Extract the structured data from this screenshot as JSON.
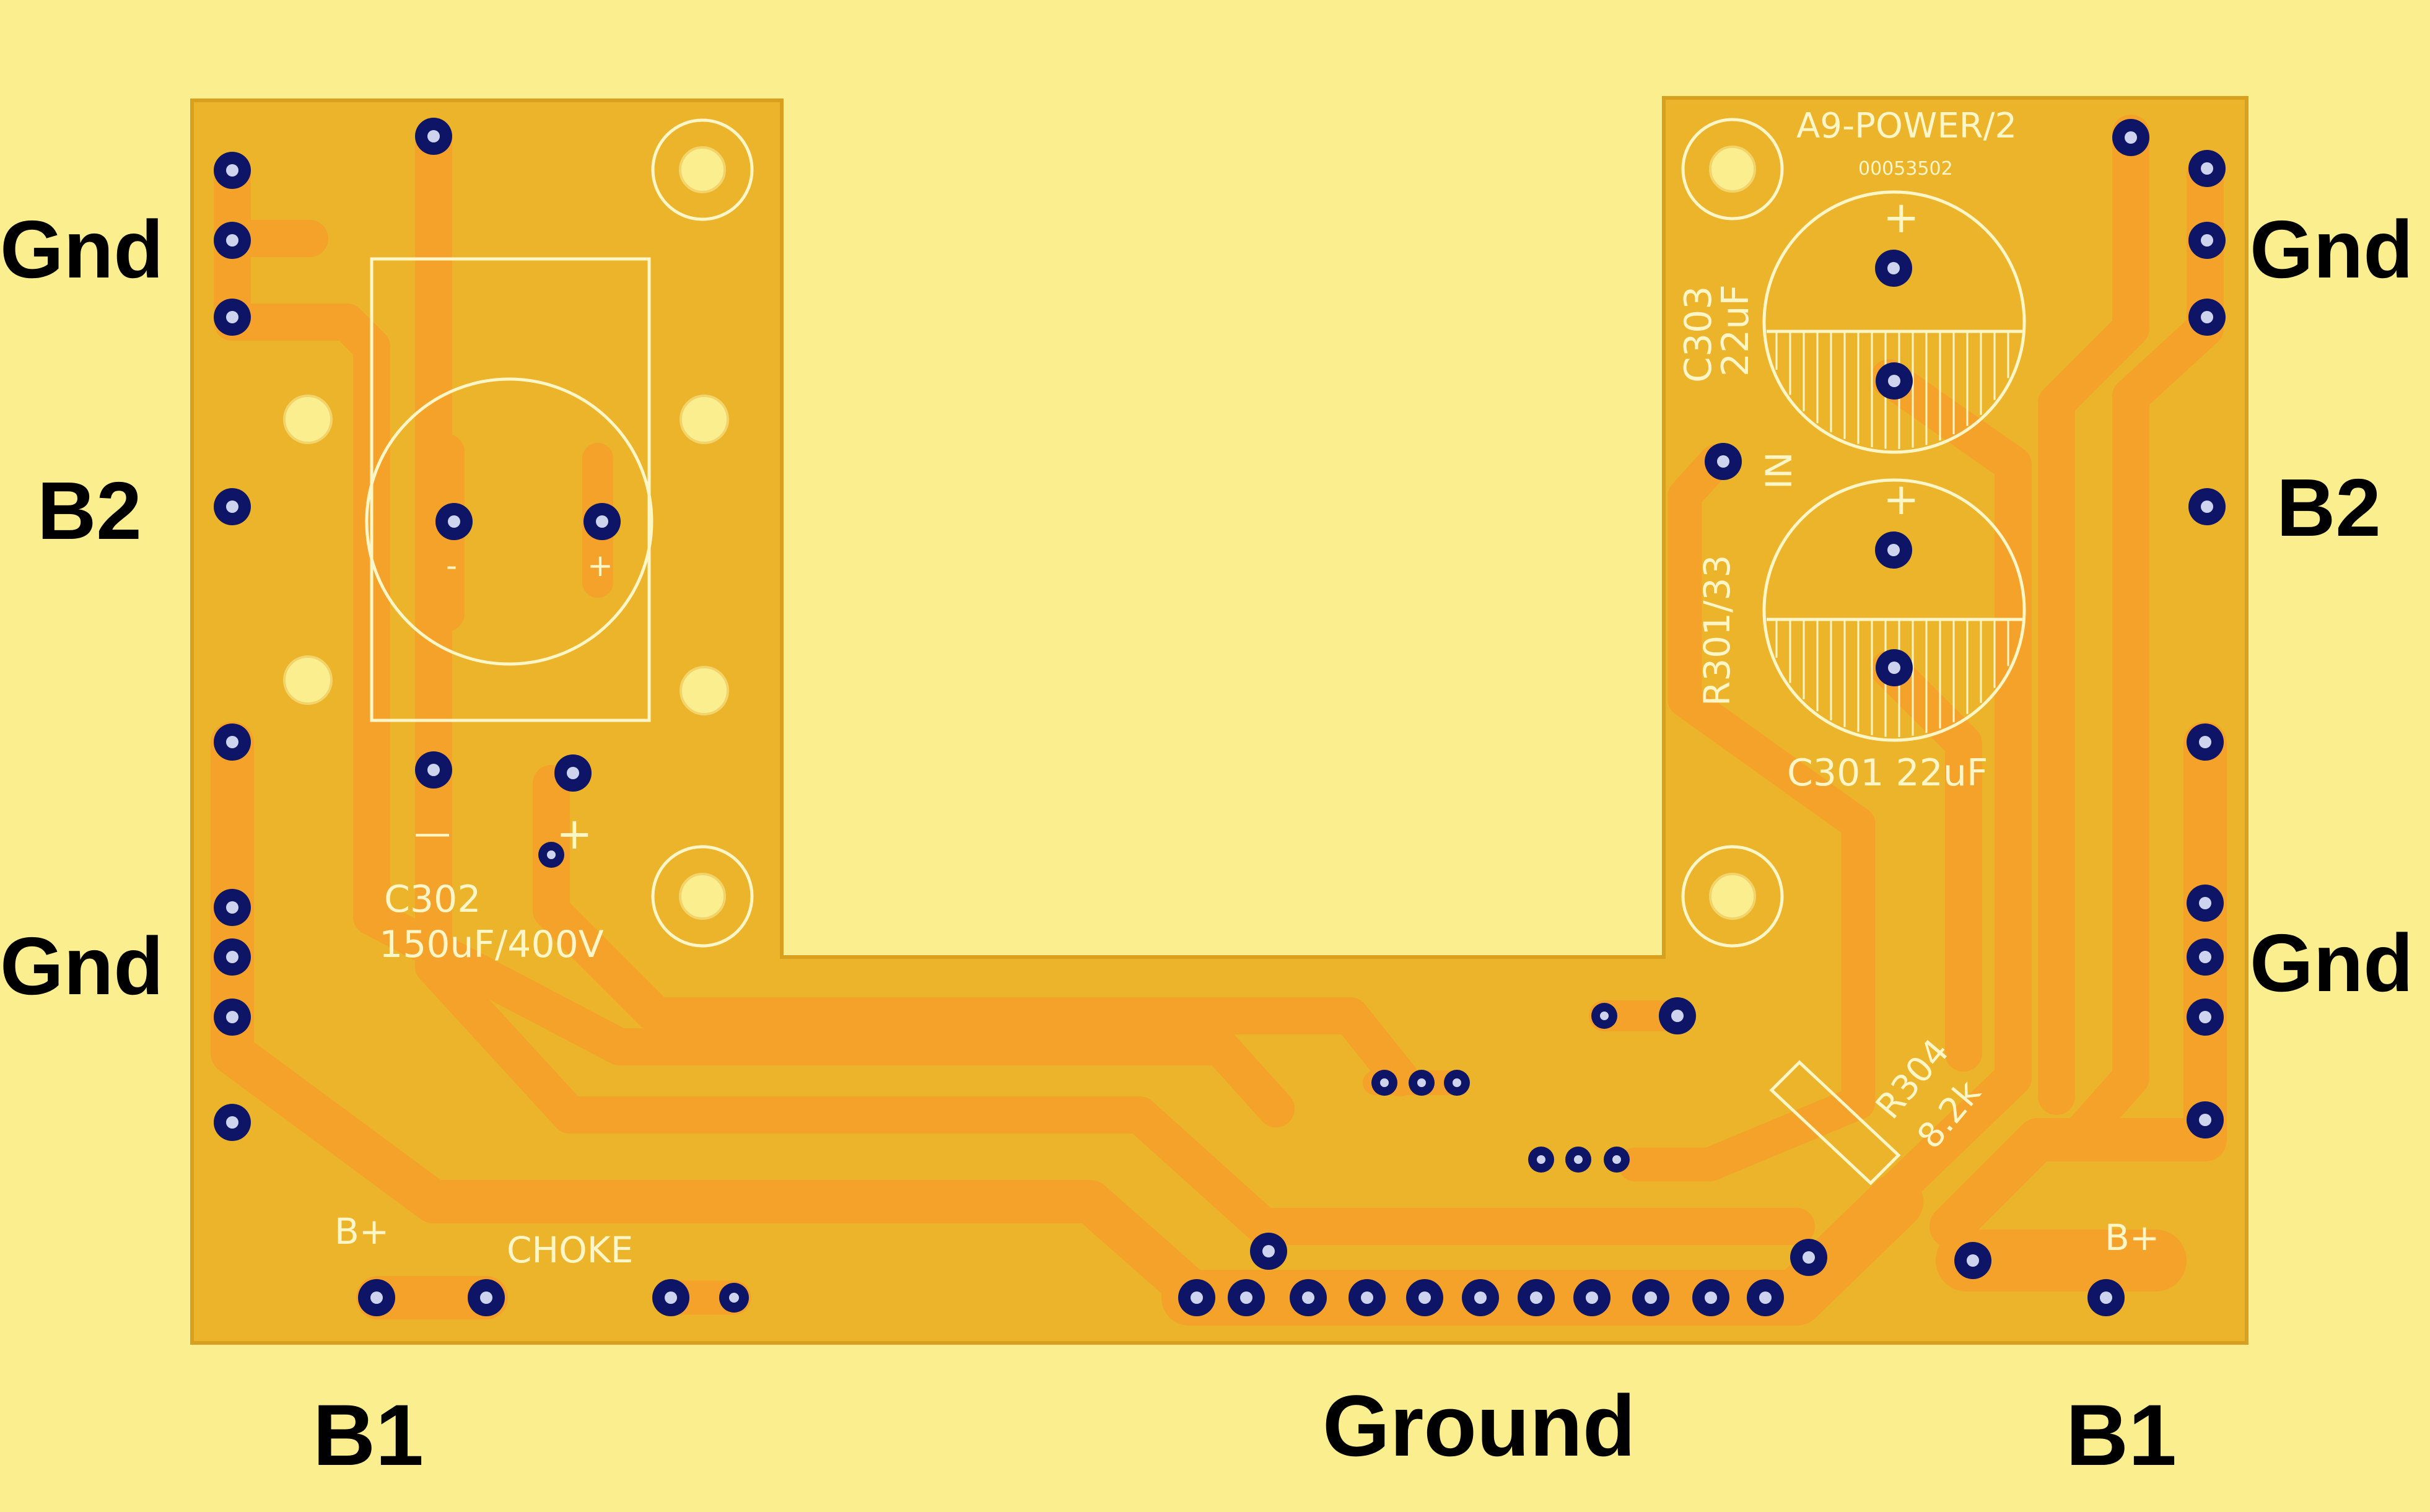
{
  "colors": {
    "background": "#fbee8f",
    "board": "#ebb42a",
    "trace": "#f4a229",
    "silkscreen": "#fff6c8",
    "pad_ring": "#0e1566",
    "pad_center": "#cfd4ee",
    "label": "#000000"
  },
  "labels": {
    "left_gnd_top": "Gnd",
    "left_b2": "B2",
    "left_gnd_bottom": "Gnd",
    "right_gnd_top": "Gnd",
    "right_b2": "B2",
    "right_gnd_bottom": "Gnd",
    "bottom_b1_left": "B1",
    "bottom_ground": "Ground",
    "bottom_b1_right": "B1"
  },
  "silkscreen": {
    "board_name": "A9-POWER/2",
    "part_number": "00053502",
    "c303_ref": "C303",
    "c303_value": "22uF",
    "in_label": "IN",
    "r301": "R301/33",
    "c301": "C301 22uF",
    "r304_ref": "R304",
    "r304_value": "8.2k",
    "c302_ref": "C302",
    "c302_value": "150uF/400V",
    "bplus_left": "B+",
    "choke": "CHOKE",
    "bplus_right": "B+",
    "plus": "+",
    "minus": "-",
    "minus_long": "—"
  }
}
